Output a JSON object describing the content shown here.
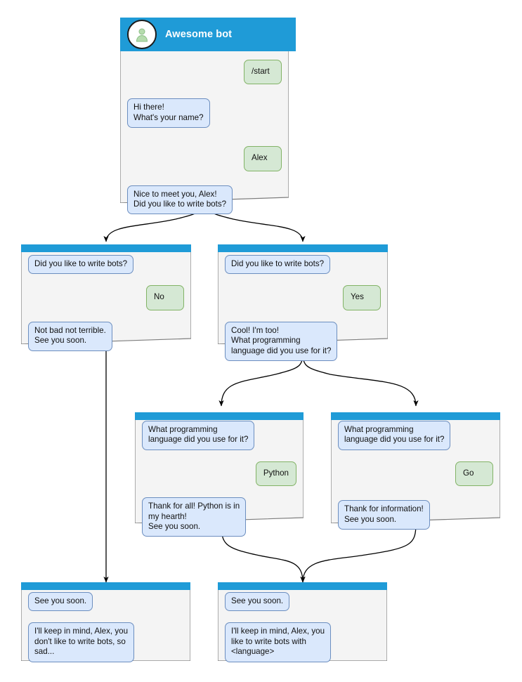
{
  "diagram": {
    "title": "Awesome bot conversation flow",
    "colors": {
      "header_blue": "#1f9bd7",
      "card_bg": "#f4f4f4",
      "card_border": "#7d7d7d",
      "bot_bubble_bg": "#dae8fc",
      "bot_bubble_border": "#6c8ebf",
      "user_bubble_bg": "#d5e8d4",
      "user_bubble_border": "#82b366",
      "edge": "#000000",
      "page_bg": "#ffffff"
    }
  },
  "cards": [
    {
      "id": "start",
      "header_title": "Awesome bot",
      "avatar_icon": "user-avatar-icon",
      "messages": [
        {
          "side": "out",
          "text": "/start"
        },
        {
          "side": "in",
          "text": "Hi there!\nWhat's your name?"
        },
        {
          "side": "out",
          "text": "Alex"
        },
        {
          "side": "in",
          "text": "Nice to meet you, Alex!\nDid you like to write bots?"
        }
      ]
    },
    {
      "id": "answer-no",
      "header_title": "",
      "messages": [
        {
          "side": "in",
          "text": "Did you like to write bots?"
        },
        {
          "side": "out",
          "text": "No"
        },
        {
          "side": "in",
          "text": "Not bad not terrible.\nSee you soon."
        }
      ]
    },
    {
      "id": "answer-yes",
      "header_title": "",
      "messages": [
        {
          "side": "in",
          "text": "Did you like to write bots?"
        },
        {
          "side": "out",
          "text": "Yes"
        },
        {
          "side": "in",
          "text": "Cool! I'm too!\nWhat programming\nlanguage did you use for it?"
        }
      ]
    },
    {
      "id": "lang-python",
      "header_title": "",
      "messages": [
        {
          "side": "in",
          "text": "What programming\nlanguage did you use for it?"
        },
        {
          "side": "out",
          "text": "Python"
        },
        {
          "side": "in",
          "text": "Thank for all! Python is in\nmy hearth!\nSee you soon."
        }
      ]
    },
    {
      "id": "lang-go",
      "header_title": "",
      "messages": [
        {
          "side": "in",
          "text": "What programming\nlanguage did you use for it?"
        },
        {
          "side": "out",
          "text": "Go"
        },
        {
          "side": "in",
          "text": "Thank for information!\nSee you soon."
        }
      ]
    },
    {
      "id": "end-no",
      "header_title": "",
      "messages": [
        {
          "side": "in",
          "text": "See you soon."
        },
        {
          "side": "in",
          "text": "I'll keep in mind, Alex, you\ndon't like to write bots, so\nsad..."
        }
      ]
    },
    {
      "id": "end-yes",
      "header_title": "",
      "messages": [
        {
          "side": "in",
          "text": "See you soon."
        },
        {
          "side": "in",
          "text": "I'll keep in mind, Alex, you\nlike to write bots with\n<language>"
        }
      ]
    }
  ]
}
